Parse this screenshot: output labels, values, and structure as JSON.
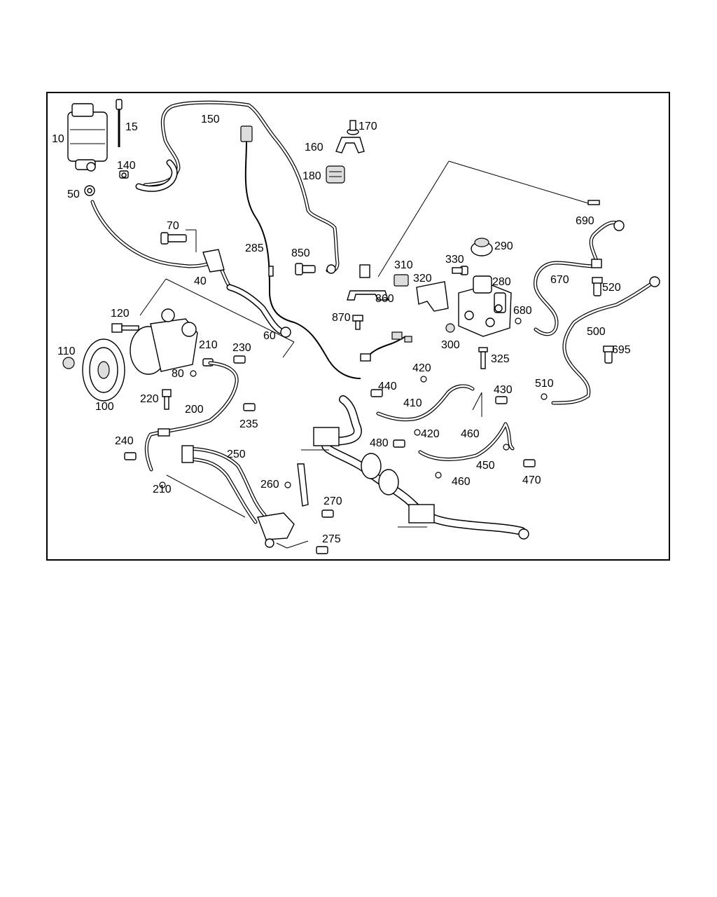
{
  "diagram": {
    "labels": {
      "p10": "10",
      "p15": "15",
      "p150": "150",
      "p170": "170",
      "p160": "160",
      "p180": "180",
      "p140": "140",
      "p50": "50",
      "p70": "70",
      "p40": "40",
      "p285": "285",
      "p850": "850",
      "p60": "60",
      "p310": "310",
      "p320": "320",
      "p330": "330",
      "p290": "290",
      "p690": "690",
      "p670": "670",
      "p520": "520",
      "p280": "280",
      "p860": "860",
      "p870": "870",
      "p680": "680",
      "p500": "500",
      "p695": "695",
      "p300": "300",
      "p325": "325",
      "p120": "120",
      "p110": "110",
      "p210a": "210",
      "p230": "230",
      "p80": "80",
      "p100": "100",
      "p220": "220",
      "p200": "200",
      "p235": "235",
      "p420a": "420",
      "p430": "430",
      "p440": "440",
      "p410": "410",
      "p510": "510",
      "p420b": "420",
      "p460a": "460",
      "p240": "240",
      "p480": "480",
      "p250": "250",
      "p450": "450",
      "p460b": "460",
      "p470": "470",
      "p210b": "210",
      "p260": "260",
      "p270": "270",
      "p275": "275"
    }
  }
}
